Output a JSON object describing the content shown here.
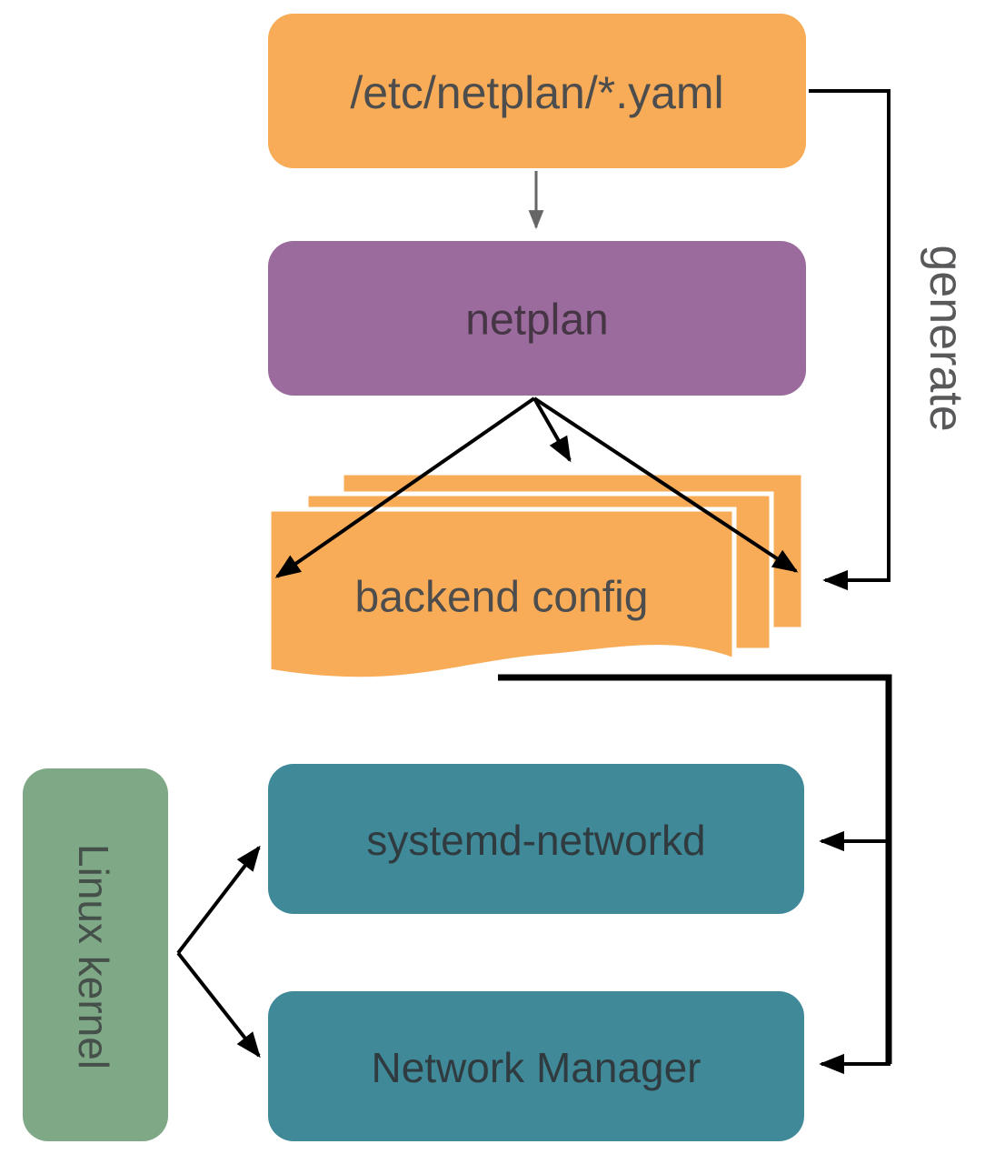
{
  "nodes": {
    "yaml": {
      "label": "/etc/netplan/*.yaml",
      "color": "#F8AC58",
      "text_color": "#4D4D4D"
    },
    "netplan": {
      "label": "netplan",
      "color": "#9A6B9C",
      "text_color": "#453545"
    },
    "backend_config": {
      "label": "backend config",
      "color": "#F8AC58",
      "text_color": "#4D4D4D"
    },
    "systemd_networkd": {
      "label": "systemd-networkd",
      "color": "#3F8999",
      "text_color": "#303B3F"
    },
    "network_manager": {
      "label": "Network Manager",
      "color": "#3F8999",
      "text_color": "#303B3F"
    },
    "linux_kernel": {
      "label": "Linux kernel",
      "color": "#7FA886",
      "text_color": "#46504A"
    }
  },
  "edge_labels": {
    "generate": "generate"
  },
  "colors": {
    "arrow_black": "#000000",
    "arrow_gray": "#666666",
    "sheet_stroke": "#FFFFFF",
    "generate_text": "#59595B",
    "background": "#FFFFFF"
  }
}
